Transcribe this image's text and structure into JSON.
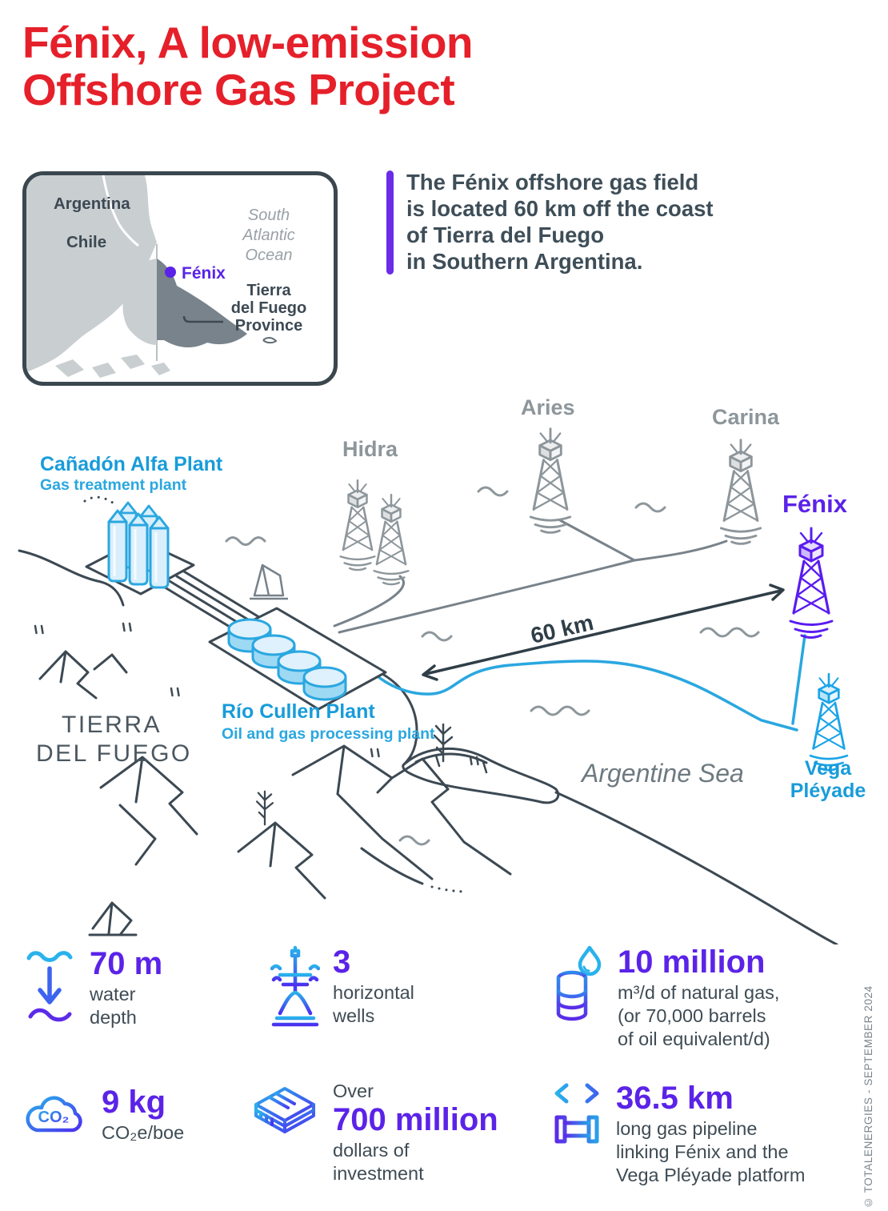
{
  "title": {
    "line1": "Fénix, A low-emission",
    "line2": "Offshore Gas Project"
  },
  "map": {
    "argentina": "Argentina",
    "chile": "Chile",
    "ocean_lines": [
      "South",
      "Atlantic",
      "Ocean"
    ],
    "fenix_label": "Fénix",
    "province_lines": [
      "Tierra",
      "del Fuego",
      "Province"
    ]
  },
  "intro": {
    "lines": [
      "The Fénix offshore gas field",
      "is located 60 km off the coast",
      "of Tierra del Fuego",
      "in Southern Argentina."
    ]
  },
  "diagram": {
    "canadon_title": "Cañadón Alfa Plant",
    "canadon_subtitle": "Gas treatment plant",
    "rio_title": "Río Cullen Plant",
    "rio_subtitle": "Oil and gas processing plant",
    "platforms": {
      "hidra": "Hidra",
      "aries": "Aries",
      "carina": "Carina",
      "fenix": "Fénix",
      "vega_line1": "Vega",
      "vega_line2": "Pléyade"
    },
    "distance_label": "60 km",
    "region_line1": "TIERRA",
    "region_line2": "DEL FUEGO",
    "sea_label": "Argentine Sea"
  },
  "stats": [
    {
      "value": "70 m",
      "lines": [
        "water",
        "depth"
      ]
    },
    {
      "value": "3",
      "lines": [
        "horizontal",
        "wells"
      ]
    },
    {
      "value": "10 million",
      "lines": [
        "m³/d of natural gas,",
        "(or 70,000 barrels",
        "of oil equivalent/d)"
      ]
    },
    {
      "value": "9 kg",
      "lines": [
        "CO₂e/boe"
      ],
      "icon_text": "CO₂"
    },
    {
      "pre": "Over",
      "value": "700 million",
      "lines": [
        "dollars of",
        "investment"
      ]
    },
    {
      "value": "36.5 km",
      "lines": [
        "long gas pipeline",
        "linking Fénix and the",
        "Vega Pléyade platform"
      ]
    }
  ],
  "credit": "© TOTALENERGIES - SEPTEMBER 2024",
  "colors": {
    "red": "#e5202a",
    "purple": "#5b23e8",
    "tower_purple": "#5a1cf0",
    "blue": "#189cd9",
    "light_blue": "#2aa7e0",
    "dark": "#3f4c55",
    "gray": "#8d969b",
    "map_land": "#c9ced1",
    "map_province": "#78838b"
  }
}
